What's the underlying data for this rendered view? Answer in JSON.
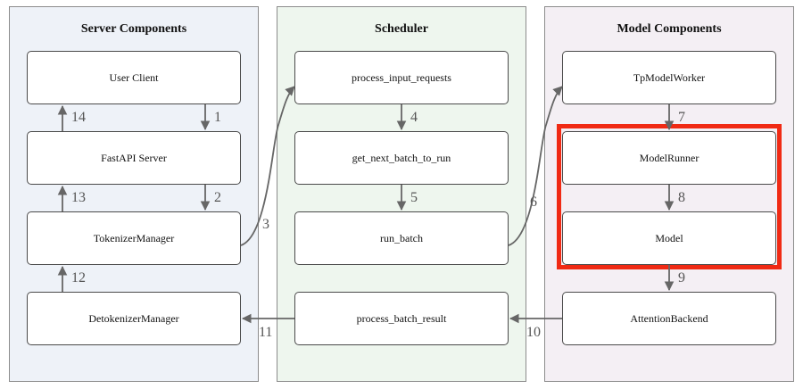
{
  "colors": {
    "server_bg": "#eef2f8",
    "scheduler_bg": "#eef6ee",
    "model_bg": "#f4eff4",
    "edge": "#666666",
    "highlight": "#f02a14"
  },
  "panels": {
    "server": {
      "title": "Server Components"
    },
    "scheduler": {
      "title": "Scheduler"
    },
    "model": {
      "title": "Model Components"
    }
  },
  "nodes": {
    "user_client": "User Client",
    "fastapi_server": "FastAPI Server",
    "tokenizer_manager": "TokenizerManager",
    "detokenizer_manager": "DetokenizerManager",
    "process_input_requests": "process_input_requests",
    "get_next_batch_to_run": "get_next_batch_to_run",
    "run_batch": "run_batch",
    "process_batch_result": "process_batch_result",
    "tp_model_worker": "TpModelWorker",
    "model_runner": "ModelRunner",
    "model": "Model",
    "attention_backend": "AttentionBackend"
  },
  "edge_labels": [
    "1",
    "2",
    "3",
    "4",
    "5",
    "6",
    "7",
    "8",
    "9",
    "10",
    "11",
    "12",
    "13",
    "14"
  ]
}
